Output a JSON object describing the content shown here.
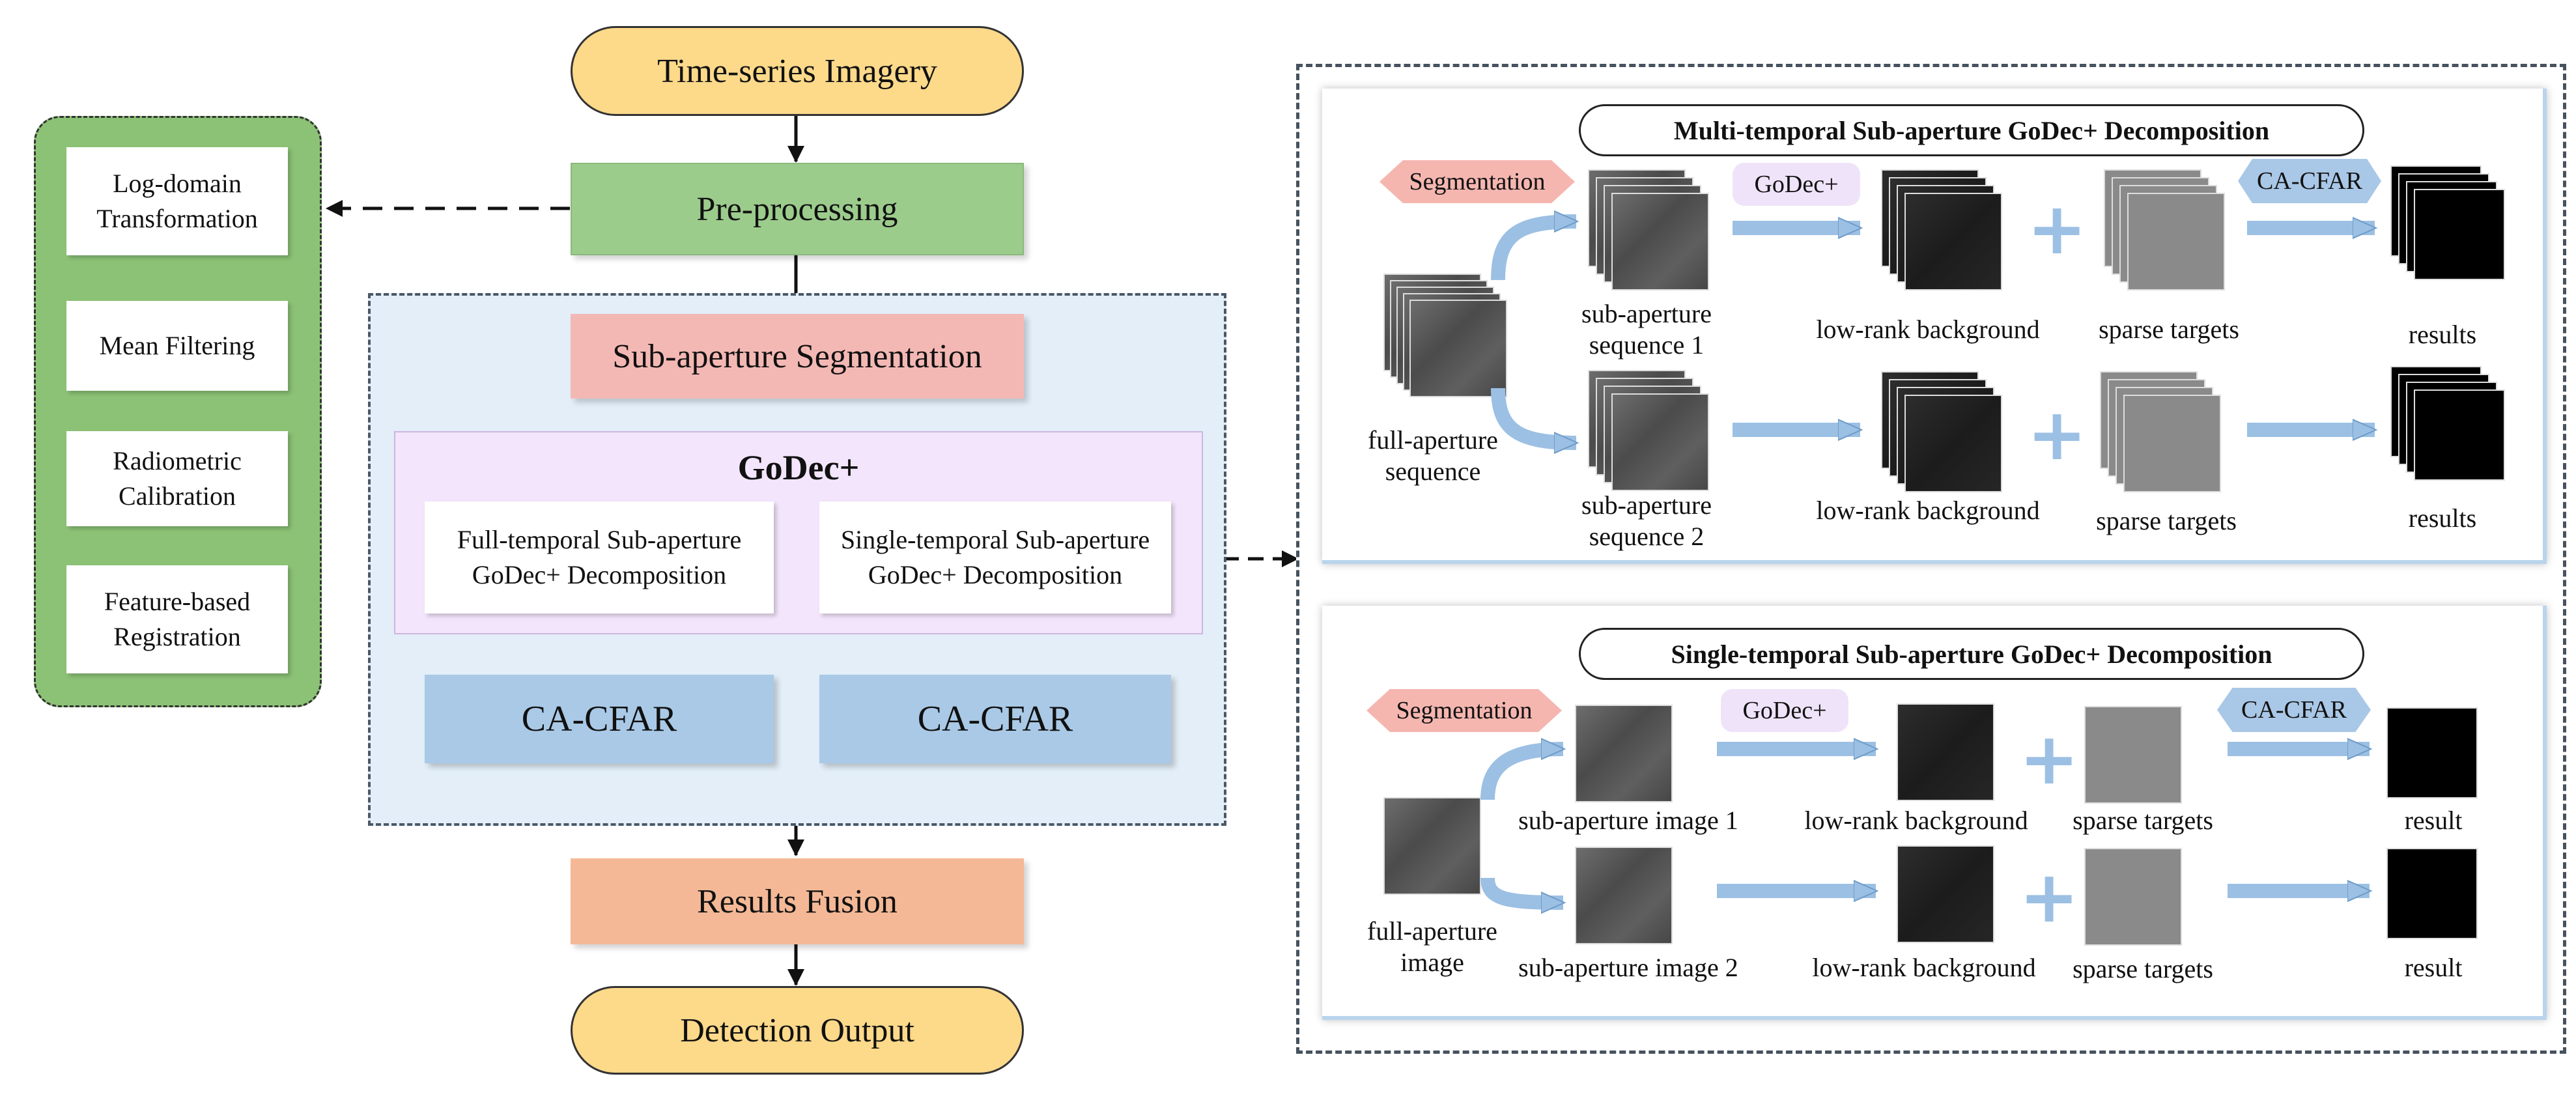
{
  "main_flow": {
    "input": "Time-series Imagery",
    "preprocessing": "Pre-processing",
    "segmentation": "Sub-aperture Segmentation",
    "godec_title": "GoDec+",
    "full_temporal": "Full-temporal Sub-aperture GoDec+ Decomposition",
    "single_temporal": "Single-temporal Sub-aperture GoDec+ Decomposition",
    "cfar_left": "CA-CFAR",
    "cfar_right": "CA-CFAR",
    "fusion": "Results Fusion",
    "output": "Detection Output"
  },
  "preprocessing_steps": [
    "Log-domain Transformation",
    "Mean Filtering",
    "Radiometric Calibration",
    "Feature-based Registration"
  ],
  "multi_panel": {
    "title": "Multi-temporal Sub-aperture GoDec+ Decomposition",
    "tag_segmentation": "Segmentation",
    "tag_godec": "GoDec+",
    "tag_cfar": "CA-CFAR",
    "full_aperture": "full-aperture sequence",
    "sub1": "sub-aperture sequence 1",
    "sub2": "sub-aperture sequence 2",
    "lowrank1": "low-rank background",
    "lowrank2": "low-rank background",
    "sparse1": "sparse targets",
    "sparse2": "sparse targets",
    "results1": "results",
    "results2": "results"
  },
  "single_panel": {
    "title": "Single-temporal Sub-aperture GoDec+ Decomposition",
    "tag_segmentation": "Segmentation",
    "tag_godec": "GoDec+",
    "tag_cfar": "CA-CFAR",
    "full_aperture": "full-aperture image",
    "sub1": "sub-aperture image 1",
    "sub2": "sub-aperture image 2",
    "lowrank1": "low-rank background",
    "lowrank2": "low-rank background",
    "sparse1": "sparse targets",
    "sparse2": "sparse targets",
    "result1": "result",
    "result2": "result"
  },
  "colors": {
    "input_output": "#fdd98a",
    "preprocessing": "#9ccc8c",
    "segmentation": "#f4b8b4",
    "godec_panel": "#f3e5fb",
    "cfar": "#a9c9e6",
    "fusion": "#f4b896",
    "arrow_blue": "#9cc0e4"
  }
}
